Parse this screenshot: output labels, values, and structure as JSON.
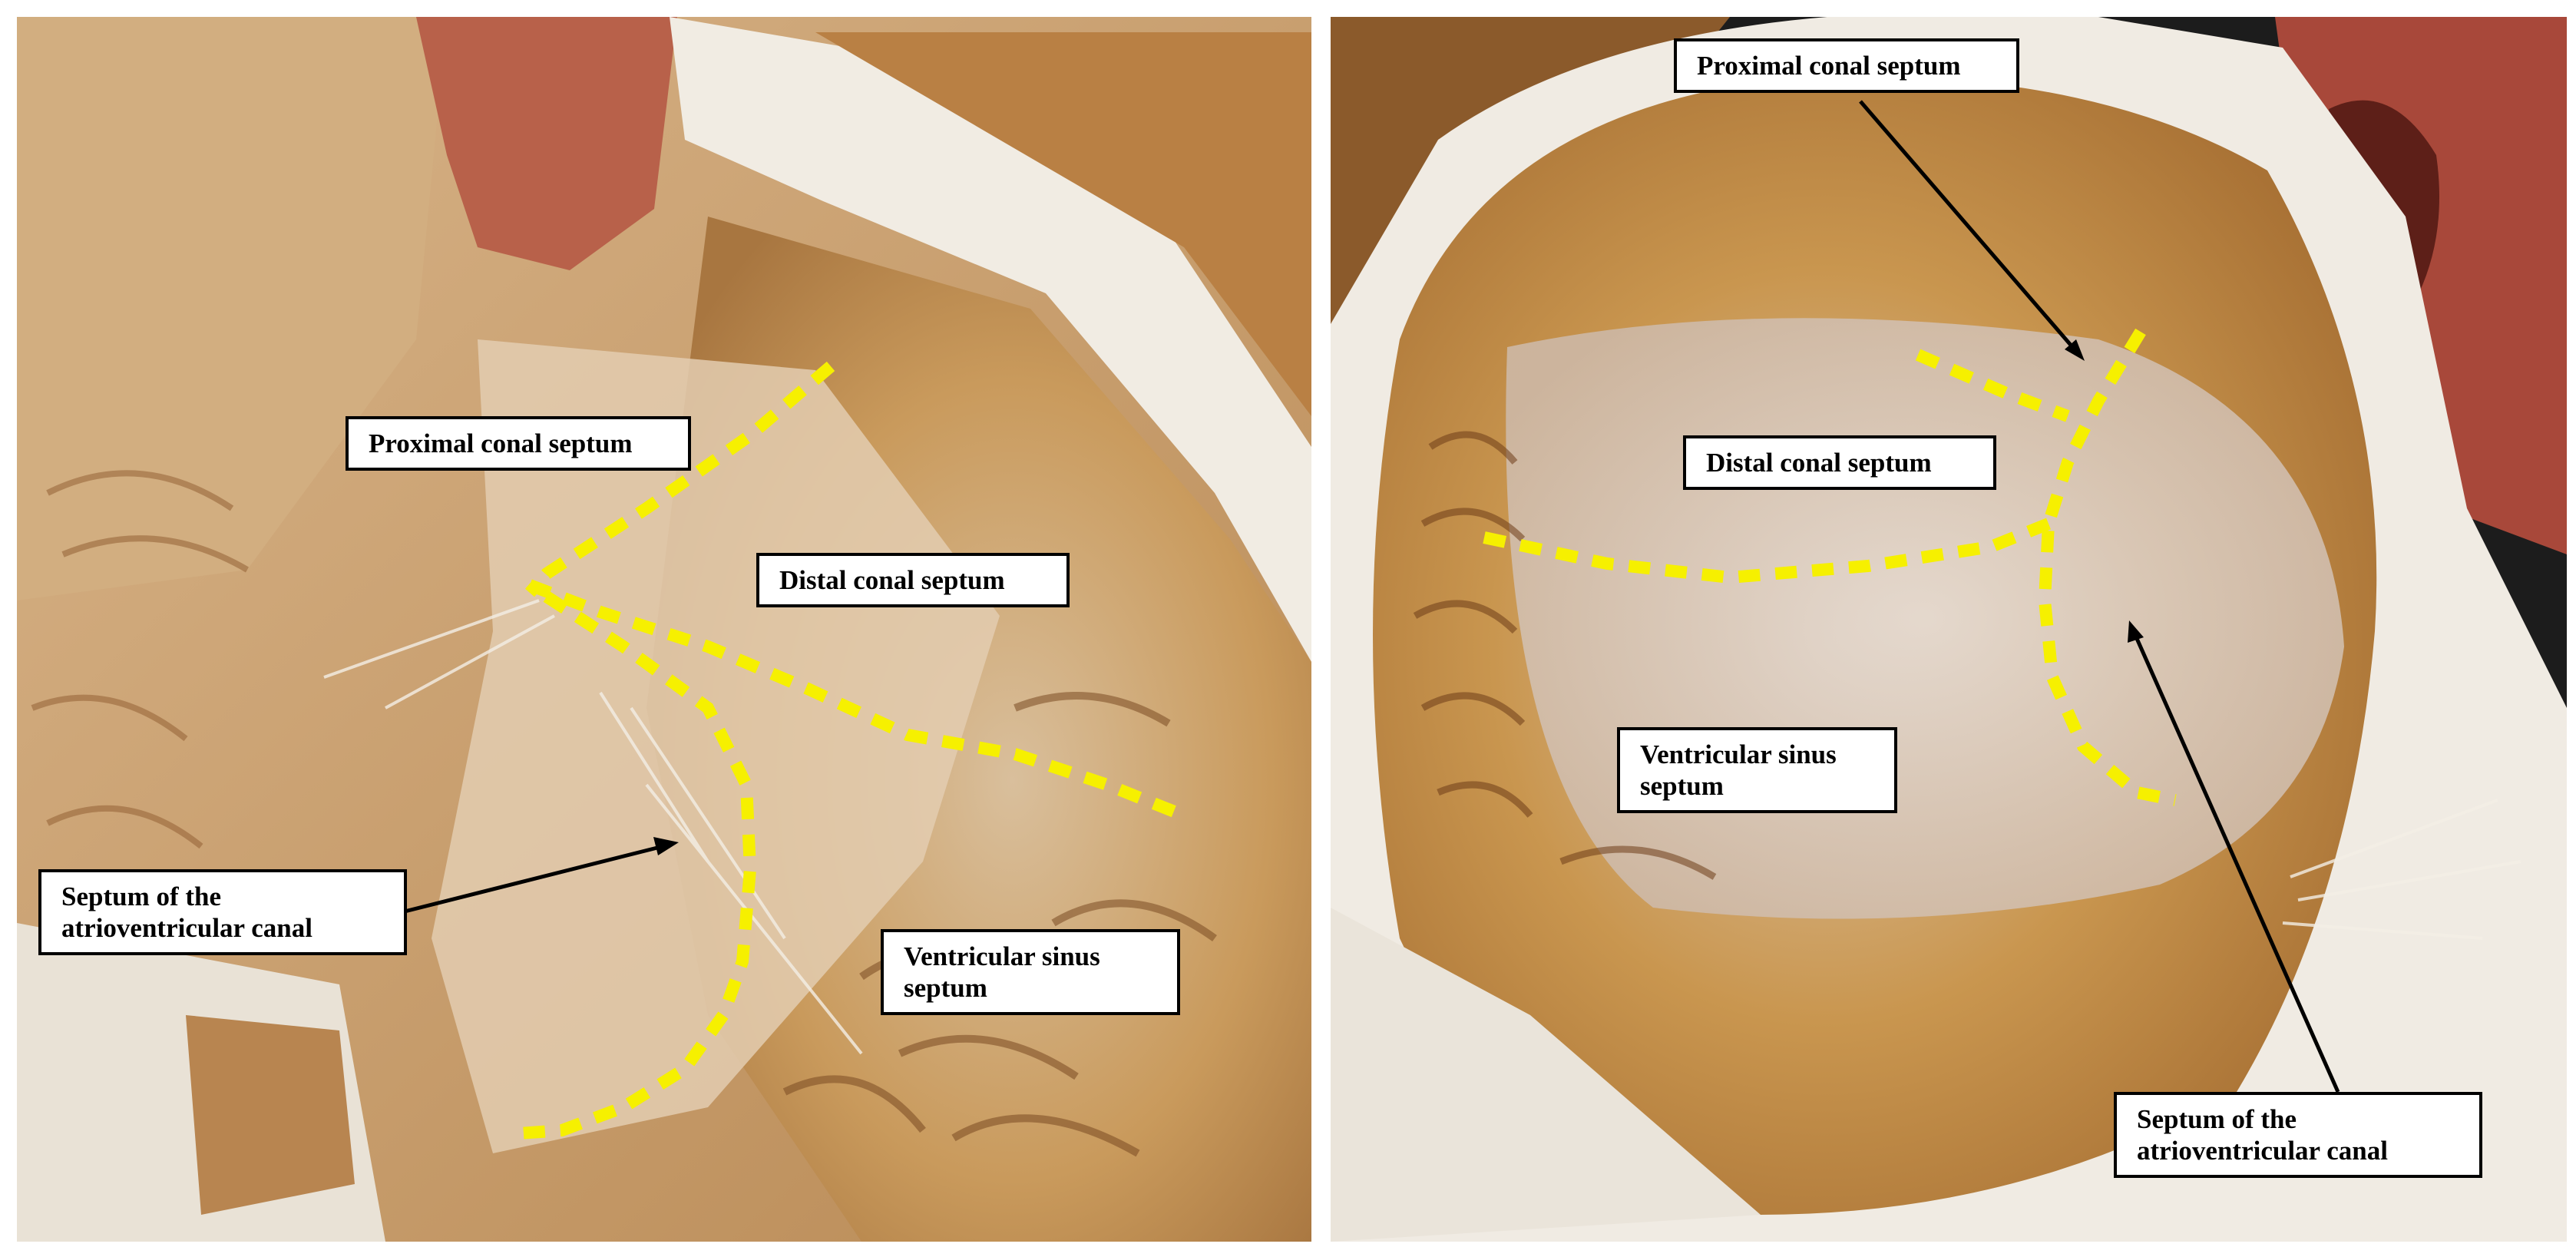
{
  "panels": [
    {
      "labels": {
        "proximal": "Proximal conal septum",
        "distal": "Distal conal septum",
        "av_canal": "Septum of the\natrioventricular canal",
        "sinus": "Ventricular sinus\nseptum"
      }
    },
    {
      "labels": {
        "proximal": "Proximal conal septum",
        "distal": "Distal conal septum",
        "sinus": "Ventricular sinus\nseptum",
        "av_canal": "Septum of the\natrioventricular canal"
      }
    }
  ],
  "colors": {
    "boundary_line": "#f6f000",
    "myocardium": "#c9954f",
    "endocardium": "#e8d6bf",
    "label_border": "#000000",
    "background_dark": "#1a1a1a"
  }
}
